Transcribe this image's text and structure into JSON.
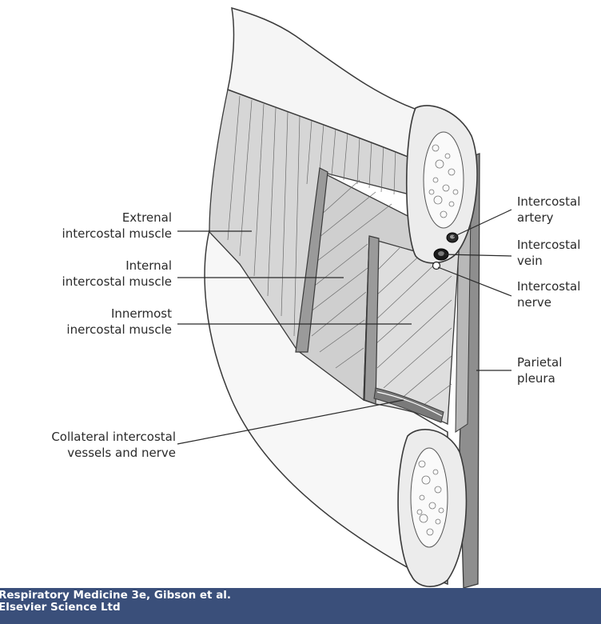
{
  "labels": {
    "external_intercostal": [
      "Extrenal",
      "intercostal muscle"
    ],
    "internal_intercostal": [
      "Internal",
      "intercostal muscle"
    ],
    "innermost_intercostal": [
      "Innermost",
      "inercostal muscle"
    ],
    "collateral_vessels": [
      "Collateral intercostal",
      "vessels and nerve"
    ],
    "intercostal_artery": [
      "Intercostal",
      "artery"
    ],
    "intercostal_vein": [
      "Intercostal",
      "vein"
    ],
    "intercostal_nerve": [
      "Intercostal",
      "nerve"
    ],
    "parietal_pleura": [
      "Parietal",
      "pleura"
    ]
  },
  "footer": {
    "line1": "Respiratory Medicine 3e, Gibson et al.",
    "line2": "Elsevier Science Ltd"
  },
  "colors": {
    "footer_bg": "#3a4f7a",
    "muscle_fill": "#d4d4d4",
    "rib_fill": "#f6f6f6",
    "outline": "#3a3a3a"
  }
}
